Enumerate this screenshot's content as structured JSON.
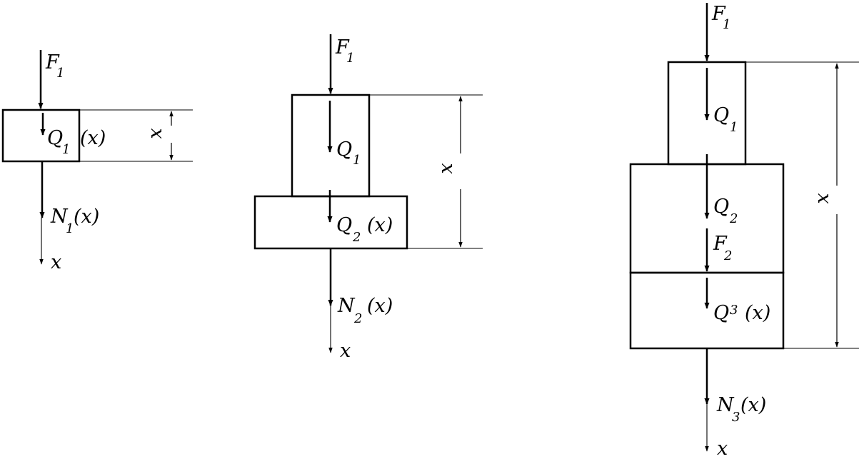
{
  "labels": {
    "F": "F",
    "Q": "Q",
    "N": "N",
    "x": "x",
    "arg": "(x)",
    "one": "1",
    "two": "2",
    "three": "3"
  },
  "colors": {
    "line": "#000000",
    "background": "#ffffff"
  }
}
